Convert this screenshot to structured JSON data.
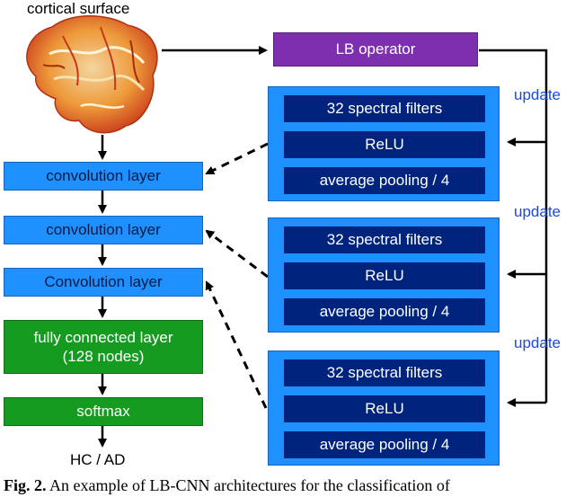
{
  "brain_label": "cortical surface",
  "lb_operator": "LB operator",
  "layers": {
    "conv1": "convolution layer",
    "conv2": "convolution layer",
    "conv3": "Convolution layer",
    "fc_line1": "fully connected layer",
    "fc_line2": "(128 nodes)",
    "softmax": "softmax",
    "output": "HC / AD"
  },
  "filter_groups": [
    {
      "filters": "32 spectral filters",
      "activation": "ReLU",
      "pooling": "average pooling / 4"
    },
    {
      "filters": "32 spectral filters",
      "activation": "ReLU",
      "pooling": "average pooling / 4"
    },
    {
      "filters": "32 spectral filters",
      "activation": "ReLU",
      "pooling": "average pooling / 4"
    }
  ],
  "update_labels": [
    "update",
    "update",
    "update"
  ],
  "caption": {
    "prefix": "Fig. 2.",
    "text": "An example of LB-CNN architectures for the classification of"
  },
  "colors": {
    "layer_blue": "#1e90ff",
    "inner_navy": "#00247d",
    "dense_green": "#159b1f",
    "lb_purple": "#7e2fb0",
    "update_blue": "#1a48e0"
  }
}
